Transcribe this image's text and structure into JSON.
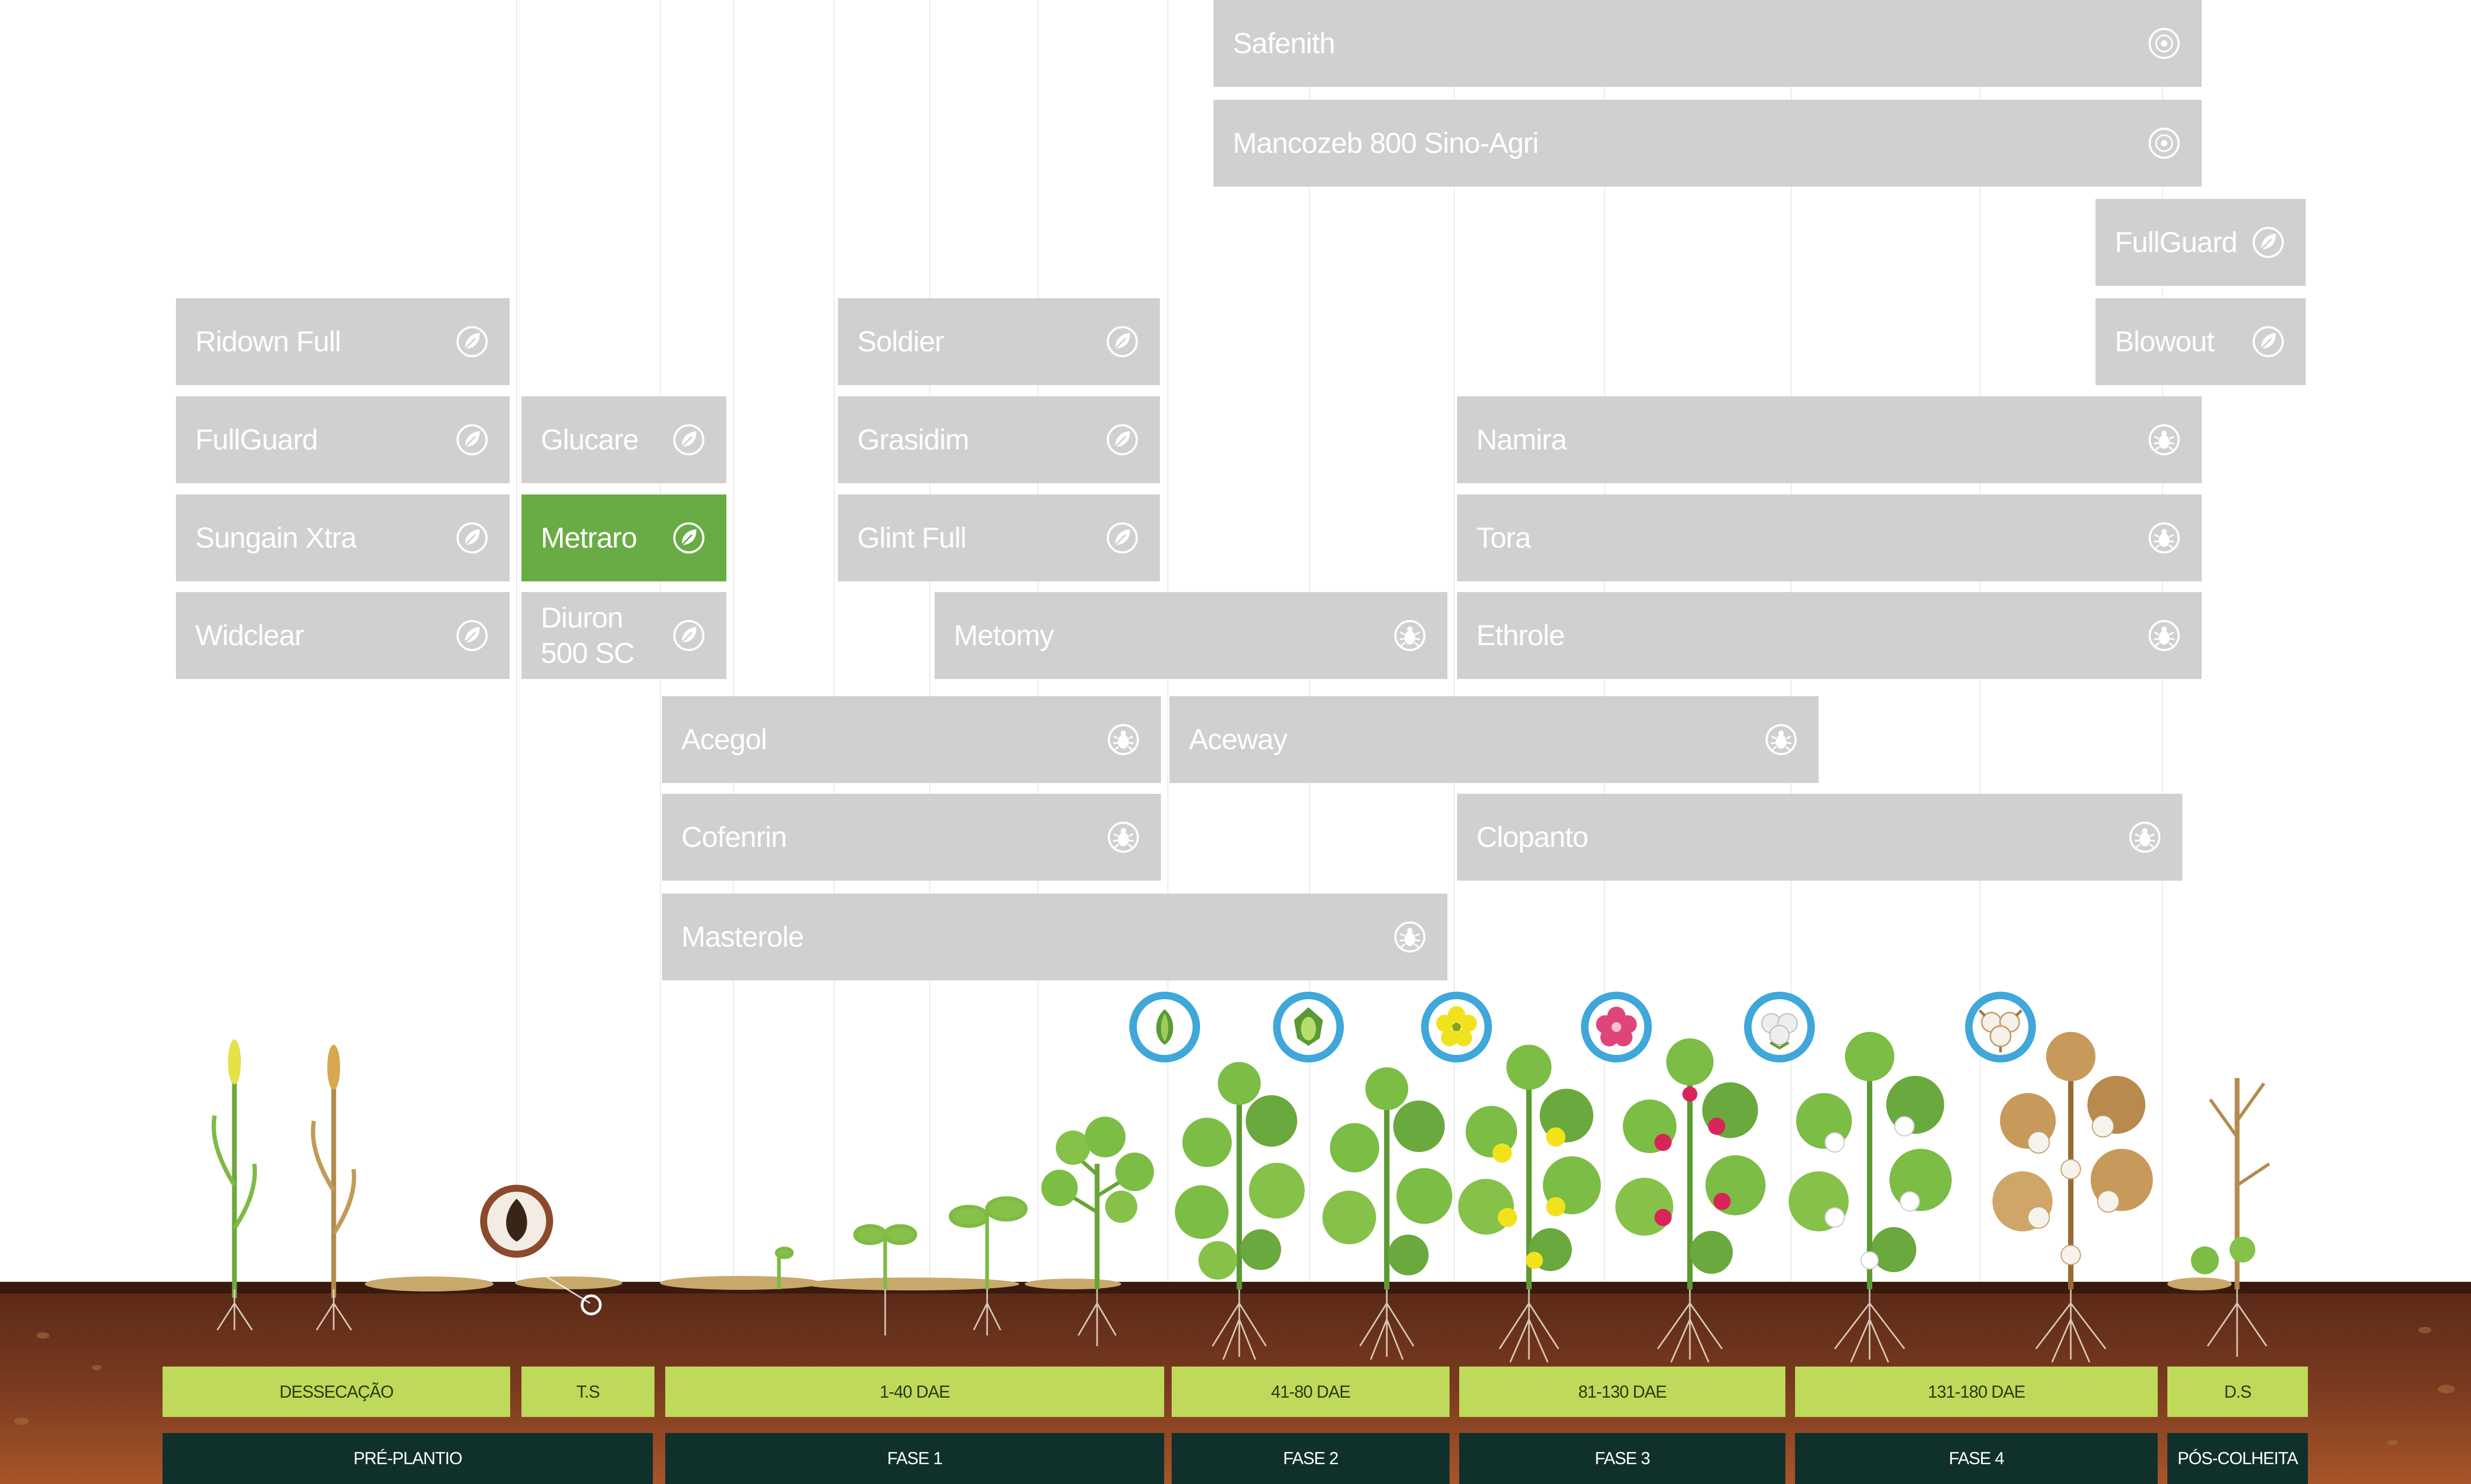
{
  "products": [
    {
      "label": "Safenith",
      "icon": "fungus-icon"
    },
    {
      "label": "Mancozeb 800 Sino-Agri",
      "icon": "fungus-icon"
    },
    {
      "label": "FullGuard",
      "icon": "leaf-icon"
    },
    {
      "label": "Blowout",
      "icon": "leaf-icon"
    },
    {
      "label": "Ridown Full",
      "icon": "leaf-icon"
    },
    {
      "label": "FullGuard",
      "icon": "leaf-icon"
    },
    {
      "label": "Sungain Xtra",
      "icon": "leaf-icon"
    },
    {
      "label": "Widclear",
      "icon": "leaf-icon"
    },
    {
      "label": "Glucare",
      "icon": "leaf-icon"
    },
    {
      "label": "Metraro",
      "icon": "leaf-icon",
      "selected": true
    },
    {
      "label": "Diuron\n500 SC",
      "icon": "leaf-icon"
    },
    {
      "label": "Soldier",
      "icon": "leaf-icon"
    },
    {
      "label": "Grasidim",
      "icon": "leaf-icon"
    },
    {
      "label": "Glint Full",
      "icon": "leaf-icon"
    },
    {
      "label": "Metomy",
      "icon": "bug-icon"
    },
    {
      "label": "Namira",
      "icon": "bug-icon"
    },
    {
      "label": "Tora",
      "icon": "bug-icon"
    },
    {
      "label": "Ethrole",
      "icon": "bug-icon"
    },
    {
      "label": "Acegol",
      "icon": "bug-icon"
    },
    {
      "label": "Aceway",
      "icon": "bug-icon"
    },
    {
      "label": "Cofenrin",
      "icon": "bug-icon"
    },
    {
      "label": "Clopanto",
      "icon": "bug-icon"
    },
    {
      "label": "Masterole",
      "icon": "bug-icon"
    }
  ],
  "stage_icons": [
    "green-bud-icon",
    "open-bud-icon",
    "yellow-flower-icon",
    "pink-flower-icon",
    "cotton-boll-icon",
    "open-cotton-icon"
  ],
  "phases": [
    {
      "label": "DESSECAÇÃO"
    },
    {
      "label": "T.S"
    },
    {
      "label": "1-40 DAE"
    },
    {
      "label": "41-80 DAE"
    },
    {
      "label": "81-130 DAE"
    },
    {
      "label": "131-180 DAE"
    },
    {
      "label": "D.S"
    }
  ],
  "phase_names": [
    {
      "label": "PRÉ-PLANTIO"
    },
    {
      "label": "FASE 1"
    },
    {
      "label": "FASE 2"
    },
    {
      "label": "FASE 3"
    },
    {
      "label": "FASE 4"
    },
    {
      "label": "PÓS-COLHEITA"
    }
  ],
  "colors": {
    "bar": "#d0d0d0",
    "bar_active": "#69ac46",
    "phase": "#bfd95a",
    "phase_name": "#10302c",
    "soil": "#5a2a18",
    "stage_circle": "#3fa7d9"
  }
}
